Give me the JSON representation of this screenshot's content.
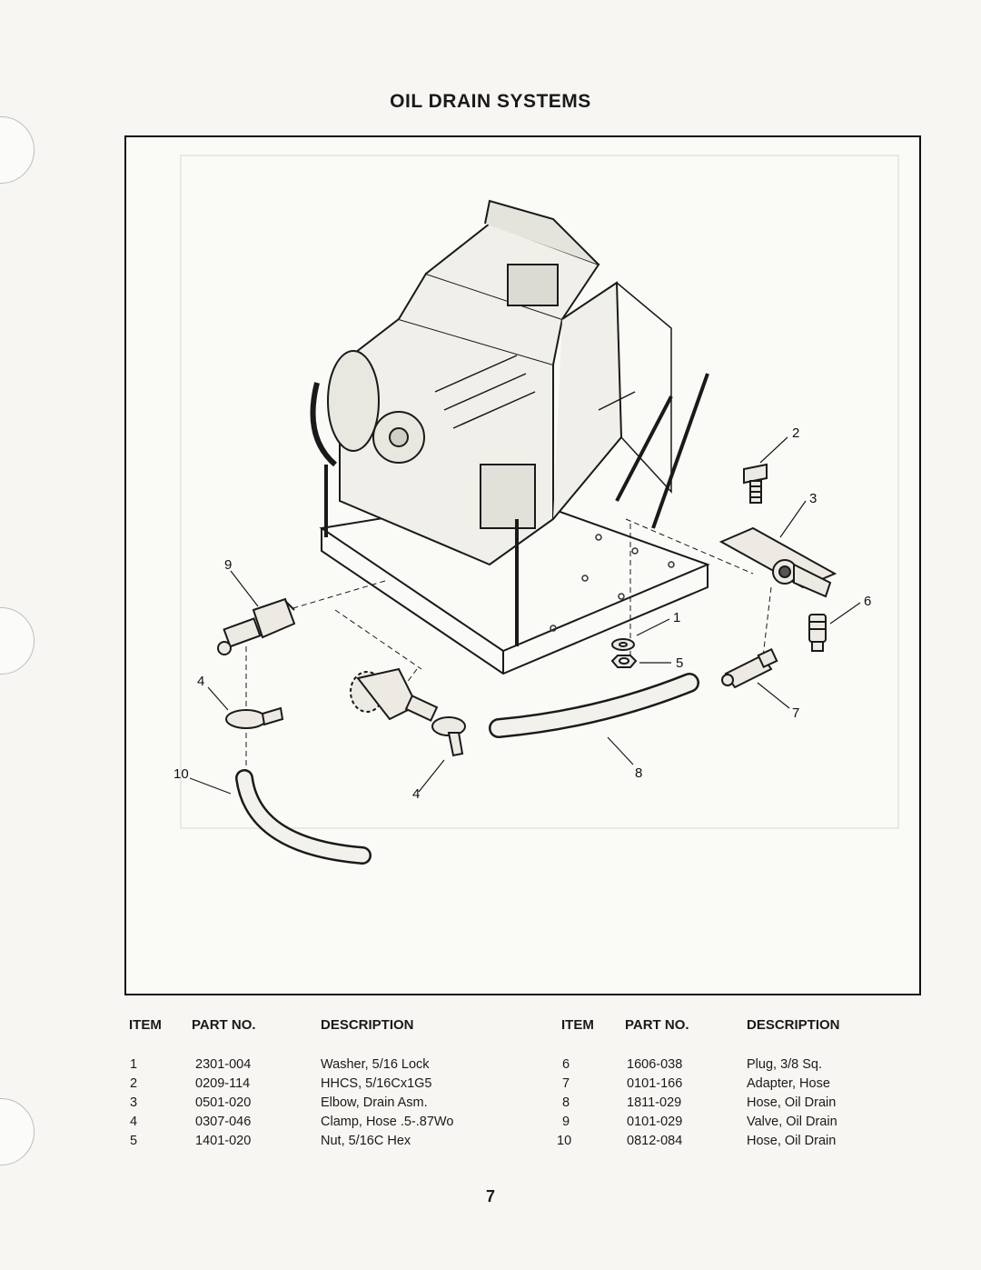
{
  "page": {
    "title": "OIL DRAIN SYSTEMS",
    "page_number": "7"
  },
  "diagram": {
    "callouts": [
      "1",
      "2",
      "3",
      "4",
      "4",
      "5",
      "6",
      "7",
      "8",
      "9",
      "10"
    ]
  },
  "parts_table": {
    "headers": {
      "item": "ITEM",
      "part_no": "PART NO.",
      "description": "DESCRIPTION"
    },
    "left": [
      {
        "item": "1",
        "part_no": "2301-004",
        "description": "Washer, 5/16 Lock"
      },
      {
        "item": "2",
        "part_no": "0209-114",
        "description": "HHCS, 5/16Cx1G5"
      },
      {
        "item": "3",
        "part_no": "0501-020",
        "description": "Elbow, Drain Asm."
      },
      {
        "item": "4",
        "part_no": "0307-046",
        "description": "Clamp, Hose .5-.87Wo"
      },
      {
        "item": "5",
        "part_no": "1401-020",
        "description": "Nut, 5/16C Hex"
      }
    ],
    "right": [
      {
        "item": "6",
        "part_no": "1606-038",
        "description": "Plug, 3/8 Sq."
      },
      {
        "item": "7",
        "part_no": "0101-166",
        "description": "Adapter, Hose"
      },
      {
        "item": "8",
        "part_no": "1811-029",
        "description": "Hose, Oil Drain"
      },
      {
        "item": "9",
        "part_no": "0101-029",
        "description": "Valve, Oil Drain"
      },
      {
        "item": "10",
        "part_no": "0812-084",
        "description": "Hose, Oil Drain"
      }
    ]
  }
}
